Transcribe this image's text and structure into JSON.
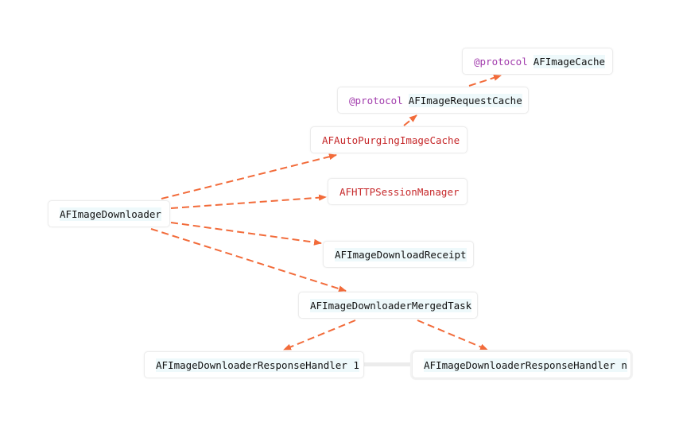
{
  "colors": {
    "edge": "#f26b3a",
    "keyword": "#a23dad",
    "class_red": "#c6282a",
    "text": "#111111",
    "node_border": "#ececec"
  },
  "nodes": {
    "image_downloader": {
      "label": "AFImageDownloader"
    },
    "auto_purging_cache": {
      "label": "AFAutoPurgingImageCache"
    },
    "image_request_cache": {
      "keyword": "@protocol",
      "label": "AFImageRequestCache"
    },
    "image_cache": {
      "keyword": "@protocol",
      "label": "AFImageCache"
    },
    "http_session_manager": {
      "label": "AFHTTPSessionManager"
    },
    "download_receipt": {
      "label": "AFImageDownloadReceipt"
    },
    "merged_task": {
      "label": "AFImageDownloaderMergedTask"
    },
    "response_handler_1": {
      "label": "AFImageDownloaderResponseHandler 1"
    },
    "response_handler_n": {
      "label": "AFImageDownloaderResponseHandler n"
    }
  },
  "edges": [
    {
      "from": "image_downloader",
      "to": "auto_purging_cache",
      "style": "dashed"
    },
    {
      "from": "image_downloader",
      "to": "http_session_manager",
      "style": "dashed"
    },
    {
      "from": "image_downloader",
      "to": "download_receipt",
      "style": "dashed"
    },
    {
      "from": "image_downloader",
      "to": "merged_task",
      "style": "dashed"
    },
    {
      "from": "auto_purging_cache",
      "to": "image_request_cache",
      "style": "dashed"
    },
    {
      "from": "image_request_cache",
      "to": "image_cache",
      "style": "dashed"
    },
    {
      "from": "merged_task",
      "to": "response_handler_1",
      "style": "dashed"
    },
    {
      "from": "merged_task",
      "to": "response_handler_n",
      "style": "dashed"
    }
  ]
}
